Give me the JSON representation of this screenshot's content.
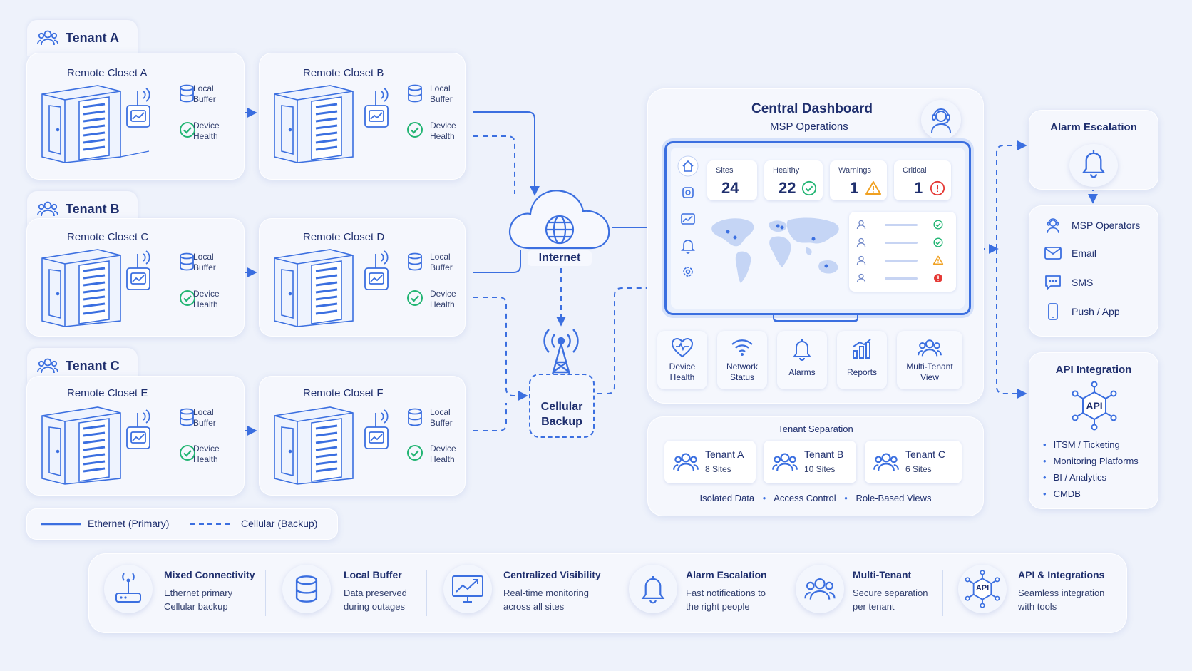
{
  "tenants": [
    {
      "name": "Tenant A",
      "closets": [
        {
          "title": "Remote Closet A",
          "buffer": [
            "Local",
            "Buffer"
          ],
          "health": [
            "Device",
            "Health"
          ]
        },
        {
          "title": "Remote Closet B",
          "buffer": [
            "Local",
            "Buffer"
          ],
          "health": [
            "Device",
            "Health"
          ]
        }
      ]
    },
    {
      "name": "Tenant B",
      "closets": [
        {
          "title": "Remote Closet C",
          "buffer": [
            "Local",
            "Buffer"
          ],
          "health": [
            "Device",
            "Health"
          ]
        },
        {
          "title": "Remote Closet D",
          "buffer": [
            "Local",
            "Buffer"
          ],
          "health": [
            "Device",
            "Health"
          ]
        }
      ]
    },
    {
      "name": "Tenant C",
      "closets": [
        {
          "title": "Remote Closet E",
          "buffer": [
            "Local",
            "Buffer"
          ],
          "health": [
            "Device",
            "Health"
          ]
        },
        {
          "title": "Remote Closet F",
          "buffer": [
            "Local",
            "Buffer"
          ],
          "health": [
            "Device",
            "Health"
          ]
        }
      ]
    }
  ],
  "legend": {
    "primary": "Ethernet (Primary)",
    "backup": "Cellular (Backup)"
  },
  "network": {
    "internet": "Internet",
    "cellular": [
      "Cellular",
      "Backup"
    ]
  },
  "dashboard": {
    "title": "Central Dashboard",
    "subtitle": "MSP Operations",
    "stats": [
      {
        "label": "Sites",
        "value": "24"
      },
      {
        "label": "Healthy",
        "value": "22"
      },
      {
        "label": "Warnings",
        "value": "1"
      },
      {
        "label": "Critical",
        "value": "1"
      }
    ],
    "tiles": [
      {
        "label": [
          "Device",
          "Health"
        ]
      },
      {
        "label": [
          "Network",
          "Status"
        ]
      },
      {
        "label": [
          "Alarms"
        ]
      },
      {
        "label": [
          "Reports"
        ]
      },
      {
        "label": [
          "Multi-Tenant",
          "View"
        ]
      }
    ]
  },
  "tenant_separation": {
    "title": "Tenant Separation",
    "tenants": [
      {
        "name": "Tenant A",
        "sites": "8 Sites"
      },
      {
        "name": "Tenant B",
        "sites": "10 Sites"
      },
      {
        "name": "Tenant C",
        "sites": "6 Sites"
      }
    ],
    "features": [
      "Isolated Data",
      "Access Control",
      "Role-Based Views"
    ]
  },
  "alarm_escalation": {
    "title": "Alarm Escalation",
    "channels": [
      "MSP Operators",
      "Email",
      "SMS",
      "Push / App"
    ]
  },
  "api_integration": {
    "title": "API Integration",
    "badge": "API",
    "items": [
      "ITSM / Ticketing",
      "Monitoring Platforms",
      "BI / Analytics",
      "CMDB"
    ]
  },
  "features": [
    {
      "title": "Mixed Connectivity",
      "desc": [
        "Ethernet primary",
        "Cellular backup"
      ]
    },
    {
      "title": "Local Buffer",
      "desc": [
        "Data preserved",
        "during outages"
      ]
    },
    {
      "title": "Centralized Visibility",
      "desc": [
        "Real-time monitoring",
        "across all sites"
      ]
    },
    {
      "title": "Alarm Escalation",
      "desc": [
        "Fast notifications to",
        "the right people"
      ]
    },
    {
      "title": "Multi-Tenant",
      "desc": [
        "Secure separation",
        "per tenant"
      ]
    },
    {
      "title": "API & Integrations",
      "desc": [
        "Seamless integration",
        "with tools"
      ],
      "badge": "API"
    }
  ],
  "colors": {
    "accent": "#3b6fe0",
    "ok": "#22b573",
    "warn": "#f0a020",
    "crit": "#e53935",
    "text": "#1f2f6e"
  }
}
